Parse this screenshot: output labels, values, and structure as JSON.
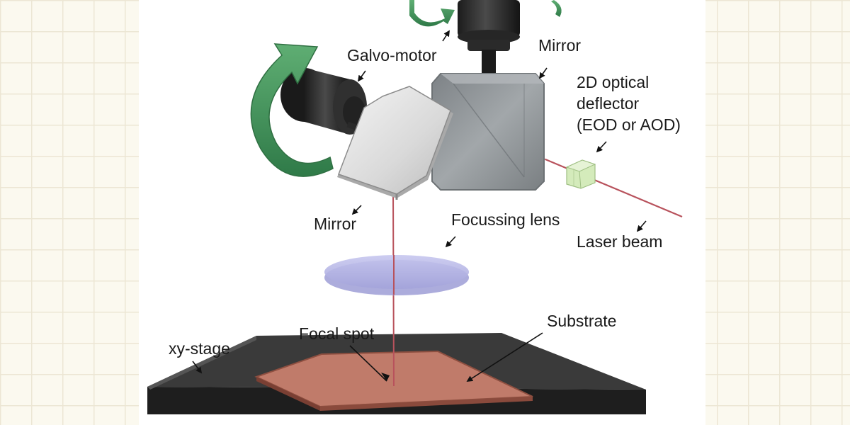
{
  "diagram": {
    "labels": {
      "galvo_motor": "Galvo-motor",
      "mirror_top": "Mirror",
      "deflector_line1": "2D optical",
      "deflector_line2": "deflector",
      "deflector_line3": "(EOD or AOD)",
      "mirror_left": "Mirror",
      "focusing_lens": "Focussing lens",
      "laser_beam": "Laser beam",
      "focal_spot": "Focal spot",
      "substrate": "Substrate",
      "xy_stage": "xy-stage"
    },
    "colors": {
      "background": "#fbf9ef",
      "grid": "#ece6d4",
      "rotation_arrow": "#4f9a66",
      "laser": "#b8525c",
      "lens": "#b9b9e6",
      "substrate": "#c47e6c",
      "stage": "#2e2e2e",
      "mirror_glass": "#8f9497",
      "deflector": "#cfe6b4"
    }
  }
}
